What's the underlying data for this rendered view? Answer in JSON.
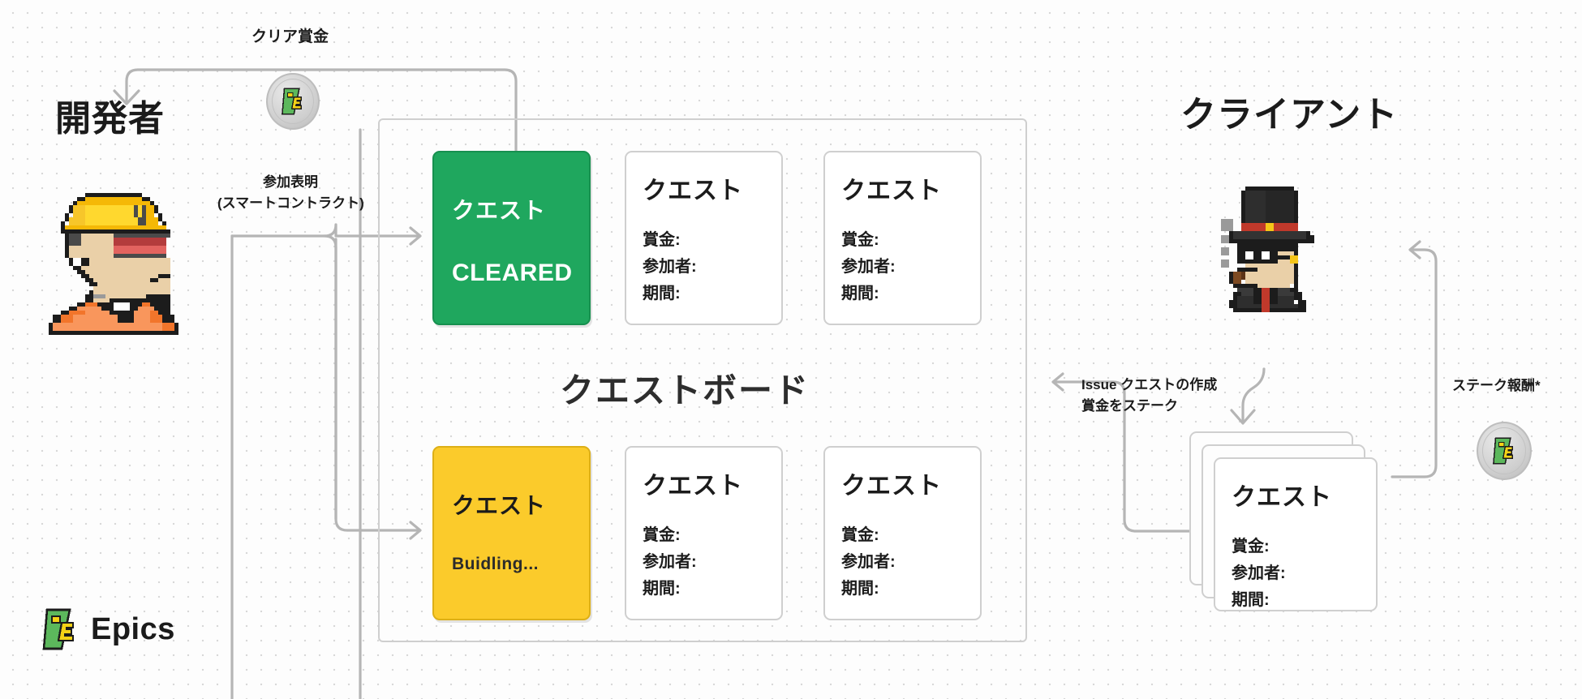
{
  "page": {
    "background_color": "#fdfdfd",
    "dot_color": "#d8d8d8"
  },
  "actors": {
    "developer": {
      "label": "開発者",
      "avatar": "developer-pixel-avatar"
    },
    "client": {
      "label": "クライアント",
      "avatar": "client-pixel-avatar"
    }
  },
  "board": {
    "title": "クエストボード",
    "cards": [
      {
        "id": "quest-cleared",
        "title": "クエスト",
        "status": "CLEARED",
        "style": "green",
        "color": "#1fa75e"
      },
      {
        "id": "quest-top-2",
        "title": "クエスト",
        "style": "plain",
        "fields": [
          "賞金:",
          "参加者:",
          "期間:"
        ]
      },
      {
        "id": "quest-top-3",
        "title": "クエスト",
        "style": "plain",
        "fields": [
          "賞金:",
          "参加者:",
          "期間:"
        ]
      },
      {
        "id": "quest-building",
        "title": "クエスト",
        "status": "Buidling...",
        "style": "yellow",
        "color": "#fbcb2b"
      },
      {
        "id": "quest-bottom-2",
        "title": "クエスト",
        "style": "plain",
        "fields": [
          "賞金:",
          "参加者:",
          "期間:"
        ]
      },
      {
        "id": "quest-bottom-3",
        "title": "クエスト",
        "style": "plain",
        "fields": [
          "賞金:",
          "参加者:",
          "期間:"
        ]
      }
    ]
  },
  "client_stack": {
    "title": "クエスト",
    "fields": [
      "賞金:",
      "参加者:",
      "期間:"
    ],
    "depth": 3
  },
  "flows": {
    "clear_reward": {
      "label": "クリア賞金"
    },
    "participation": {
      "label_line1": "参加表明",
      "label_line2": "(スマートコントラクト)"
    },
    "issue_creation": {
      "label_line1": "Issue クエストの作成",
      "label_line2": "賞金をステーク"
    },
    "stake_reward": {
      "label": "ステーク報酬*"
    }
  },
  "tokens": {
    "clear_reward_coin": "epics-token-coin",
    "stake_reward_coin": "epics-token-coin"
  },
  "brand": {
    "name": "Epics",
    "mark": "epics-logo-mark",
    "green": "#4caf50",
    "yellow": "#f5d216"
  }
}
